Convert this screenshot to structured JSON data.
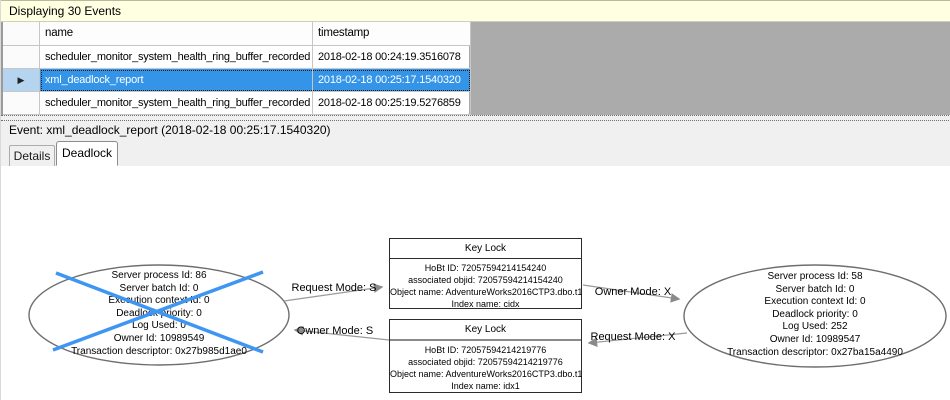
{
  "banner": {
    "text": "Displaying 30 Events"
  },
  "grid": {
    "columns": [
      "name",
      "timestamp"
    ],
    "rows": [
      {
        "name": "scheduler_monitor_system_health_ring_buffer_recorded",
        "timestamp": "2018-02-18 00:24:19.3516078",
        "selected": false
      },
      {
        "name": "xml_deadlock_report",
        "timestamp": "2018-02-18 00:25:17.1540320",
        "selected": true
      },
      {
        "name": "scheduler_monitor_system_health_ring_buffer_recorded",
        "timestamp": "2018-02-18 00:25:19.5276859",
        "selected": false
      }
    ]
  },
  "event_line": {
    "text": "Event: xml_deadlock_report (2018-02-18 00:25:17.1540320)"
  },
  "tabs": [
    {
      "label": "Details",
      "active": false
    },
    {
      "label": "Deadlock",
      "active": true
    }
  ],
  "graph": {
    "victim": {
      "lines": [
        "Server process Id: 86",
        "Server batch Id: 0",
        "Execution context Id: 0",
        "Deadlock priority: 0",
        "Log Used: 0",
        "Owner Id: 10989549",
        "Transaction descriptor: 0x27b985d1ae0"
      ]
    },
    "other": {
      "lines": [
        "Server process Id: 58",
        "Server batch Id: 0",
        "Execution context Id: 0",
        "Deadlock priority: 0",
        "Log Used: 252",
        "Owner Id: 10989547",
        "Transaction descriptor: 0x27ba15a4490"
      ]
    },
    "locks": [
      {
        "title": "Key Lock",
        "lines": [
          "HoBt ID: 72057594214154240",
          "associated objid: 72057594214154240",
          "Object name: AdventureWorks2016CTP3.dbo.t1",
          "Index name: cidx"
        ]
      },
      {
        "title": "Key Lock",
        "lines": [
          "HoBt ID: 72057594214219776",
          "associated objid: 72057594214219776",
          "Object name: AdventureWorks2016CTP3.dbo.t1",
          "Index name: idx1"
        ]
      }
    ],
    "edges": [
      {
        "label": "Request Mode: S"
      },
      {
        "label": "Owner Mode: S"
      },
      {
        "label": "Owner Mode: X"
      },
      {
        "label": "Request Mode: X"
      }
    ]
  },
  "colors": {
    "selection": "#3494E8",
    "info_bar": "#FFFFE1",
    "victim_x": "#3E96F4",
    "filler": "#ABABAB"
  }
}
